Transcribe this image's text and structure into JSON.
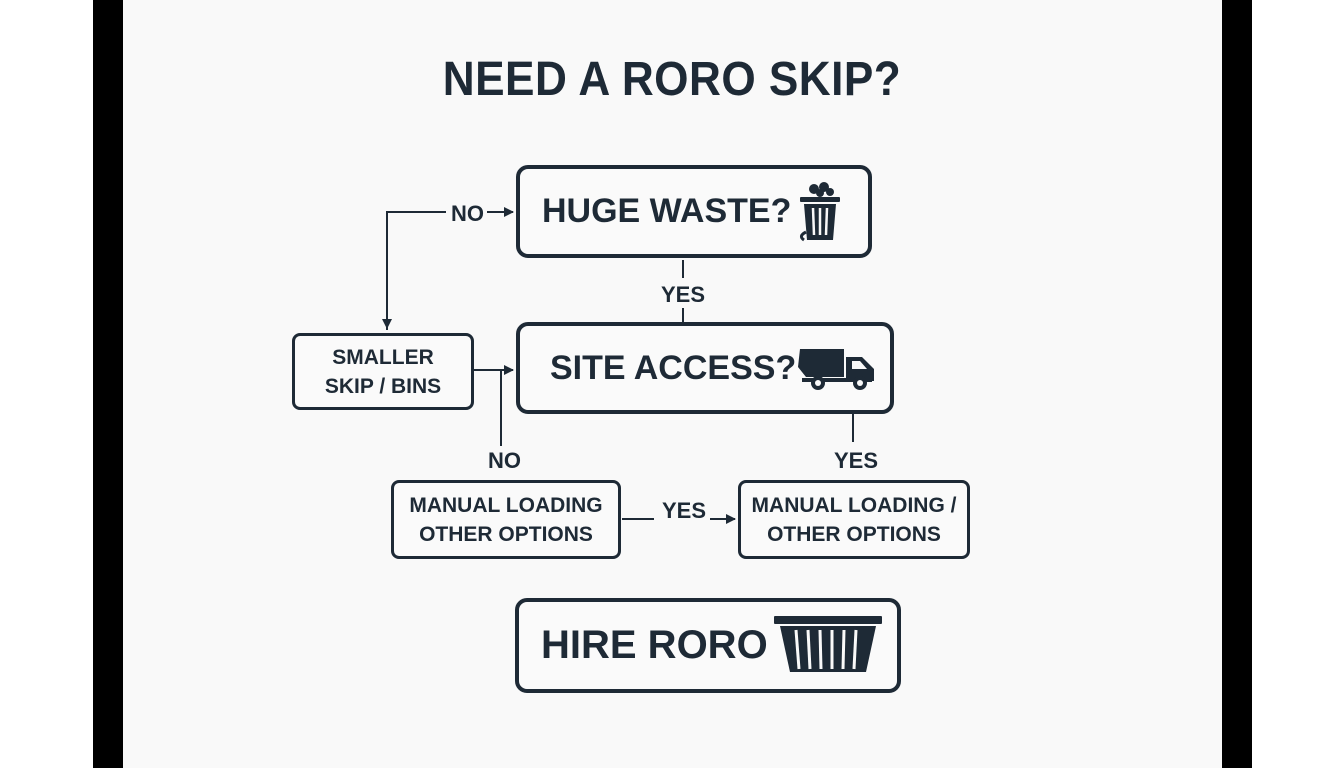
{
  "title": "NEED A RORO SKIP?",
  "nodes": {
    "huge_waste": "HUGE WASTE?",
    "site_access": "SITE ACCESS?",
    "hire_roro": "HIRE RORO",
    "smaller_skip": [
      "SMALLER",
      "SKIP / BINS"
    ],
    "manual_left": [
      "MANUAL LOADING",
      "OTHER OPTIONS"
    ],
    "manual_right": [
      "MANUAL LOADING /",
      "OTHER OPTIONS"
    ]
  },
  "edges": {
    "no_top": "NO",
    "yes_top": "YES",
    "no_left": "NO",
    "yes_right": "YES",
    "yes_middle": "YES"
  },
  "icons": [
    "trash-bin-icon",
    "truck-icon",
    "skip-container-icon"
  ],
  "colors": {
    "ink": "#1e2a36",
    "background": "#f9f9f9",
    "frame": "#000000"
  }
}
